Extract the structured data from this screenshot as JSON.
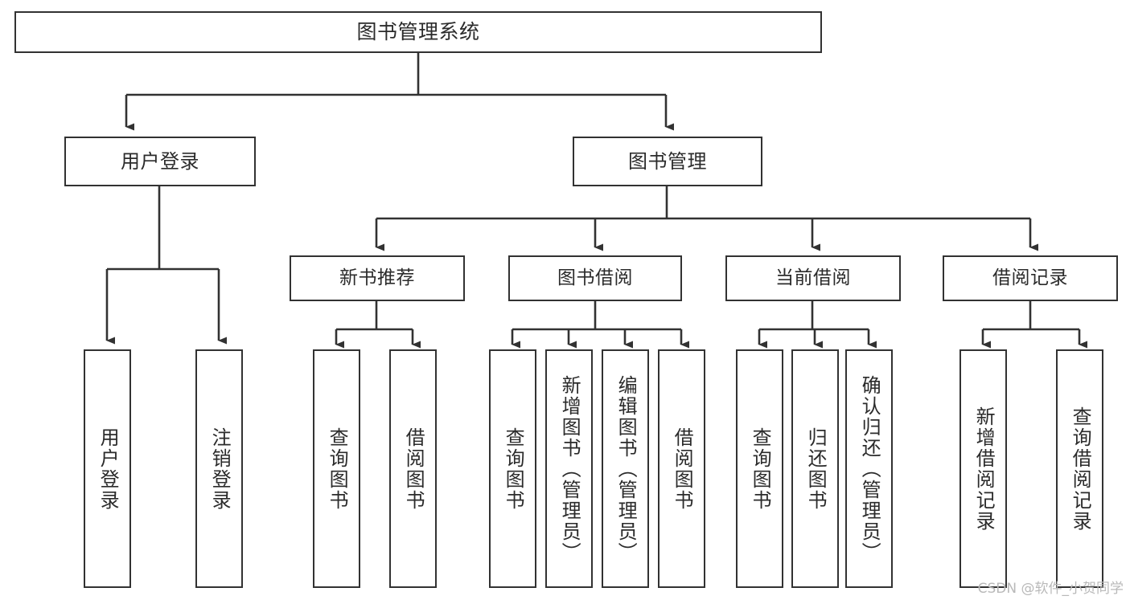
{
  "diagram": {
    "title": "图书管理系统",
    "type": "tree",
    "watermark": "CSDN @软件_小贺同学",
    "colors": {
      "stroke": "#323232",
      "text": "#2b2b2b",
      "background": "#ffffff",
      "watermark": "#b9b9b9"
    },
    "root": {
      "label": "图书管理系统"
    },
    "level2": [
      {
        "label": "用户登录"
      },
      {
        "label": "图书管理"
      }
    ],
    "level3": [
      {
        "label": "新书推荐"
      },
      {
        "label": "图书借阅"
      },
      {
        "label": "当前借阅"
      },
      {
        "label": "借阅记录"
      }
    ],
    "leaves": {
      "user_login": [
        {
          "label": "用户登录"
        },
        {
          "label": "注销登录"
        }
      ],
      "new_book_recommend": [
        {
          "label": "查询图书"
        },
        {
          "label": "借阅图书"
        }
      ],
      "book_borrow": [
        {
          "label": "查询图书"
        },
        {
          "label": "新增图书（管理员）"
        },
        {
          "label": "编辑图书（管理员）"
        },
        {
          "label": "借阅图书"
        }
      ],
      "current_borrow": [
        {
          "label": "查询图书"
        },
        {
          "label": "归还图书"
        },
        {
          "label": "确认归还（管理员）"
        }
      ],
      "borrow_record": [
        {
          "label": "新增借阅记录"
        },
        {
          "label": "查询借阅记录"
        }
      ]
    }
  }
}
